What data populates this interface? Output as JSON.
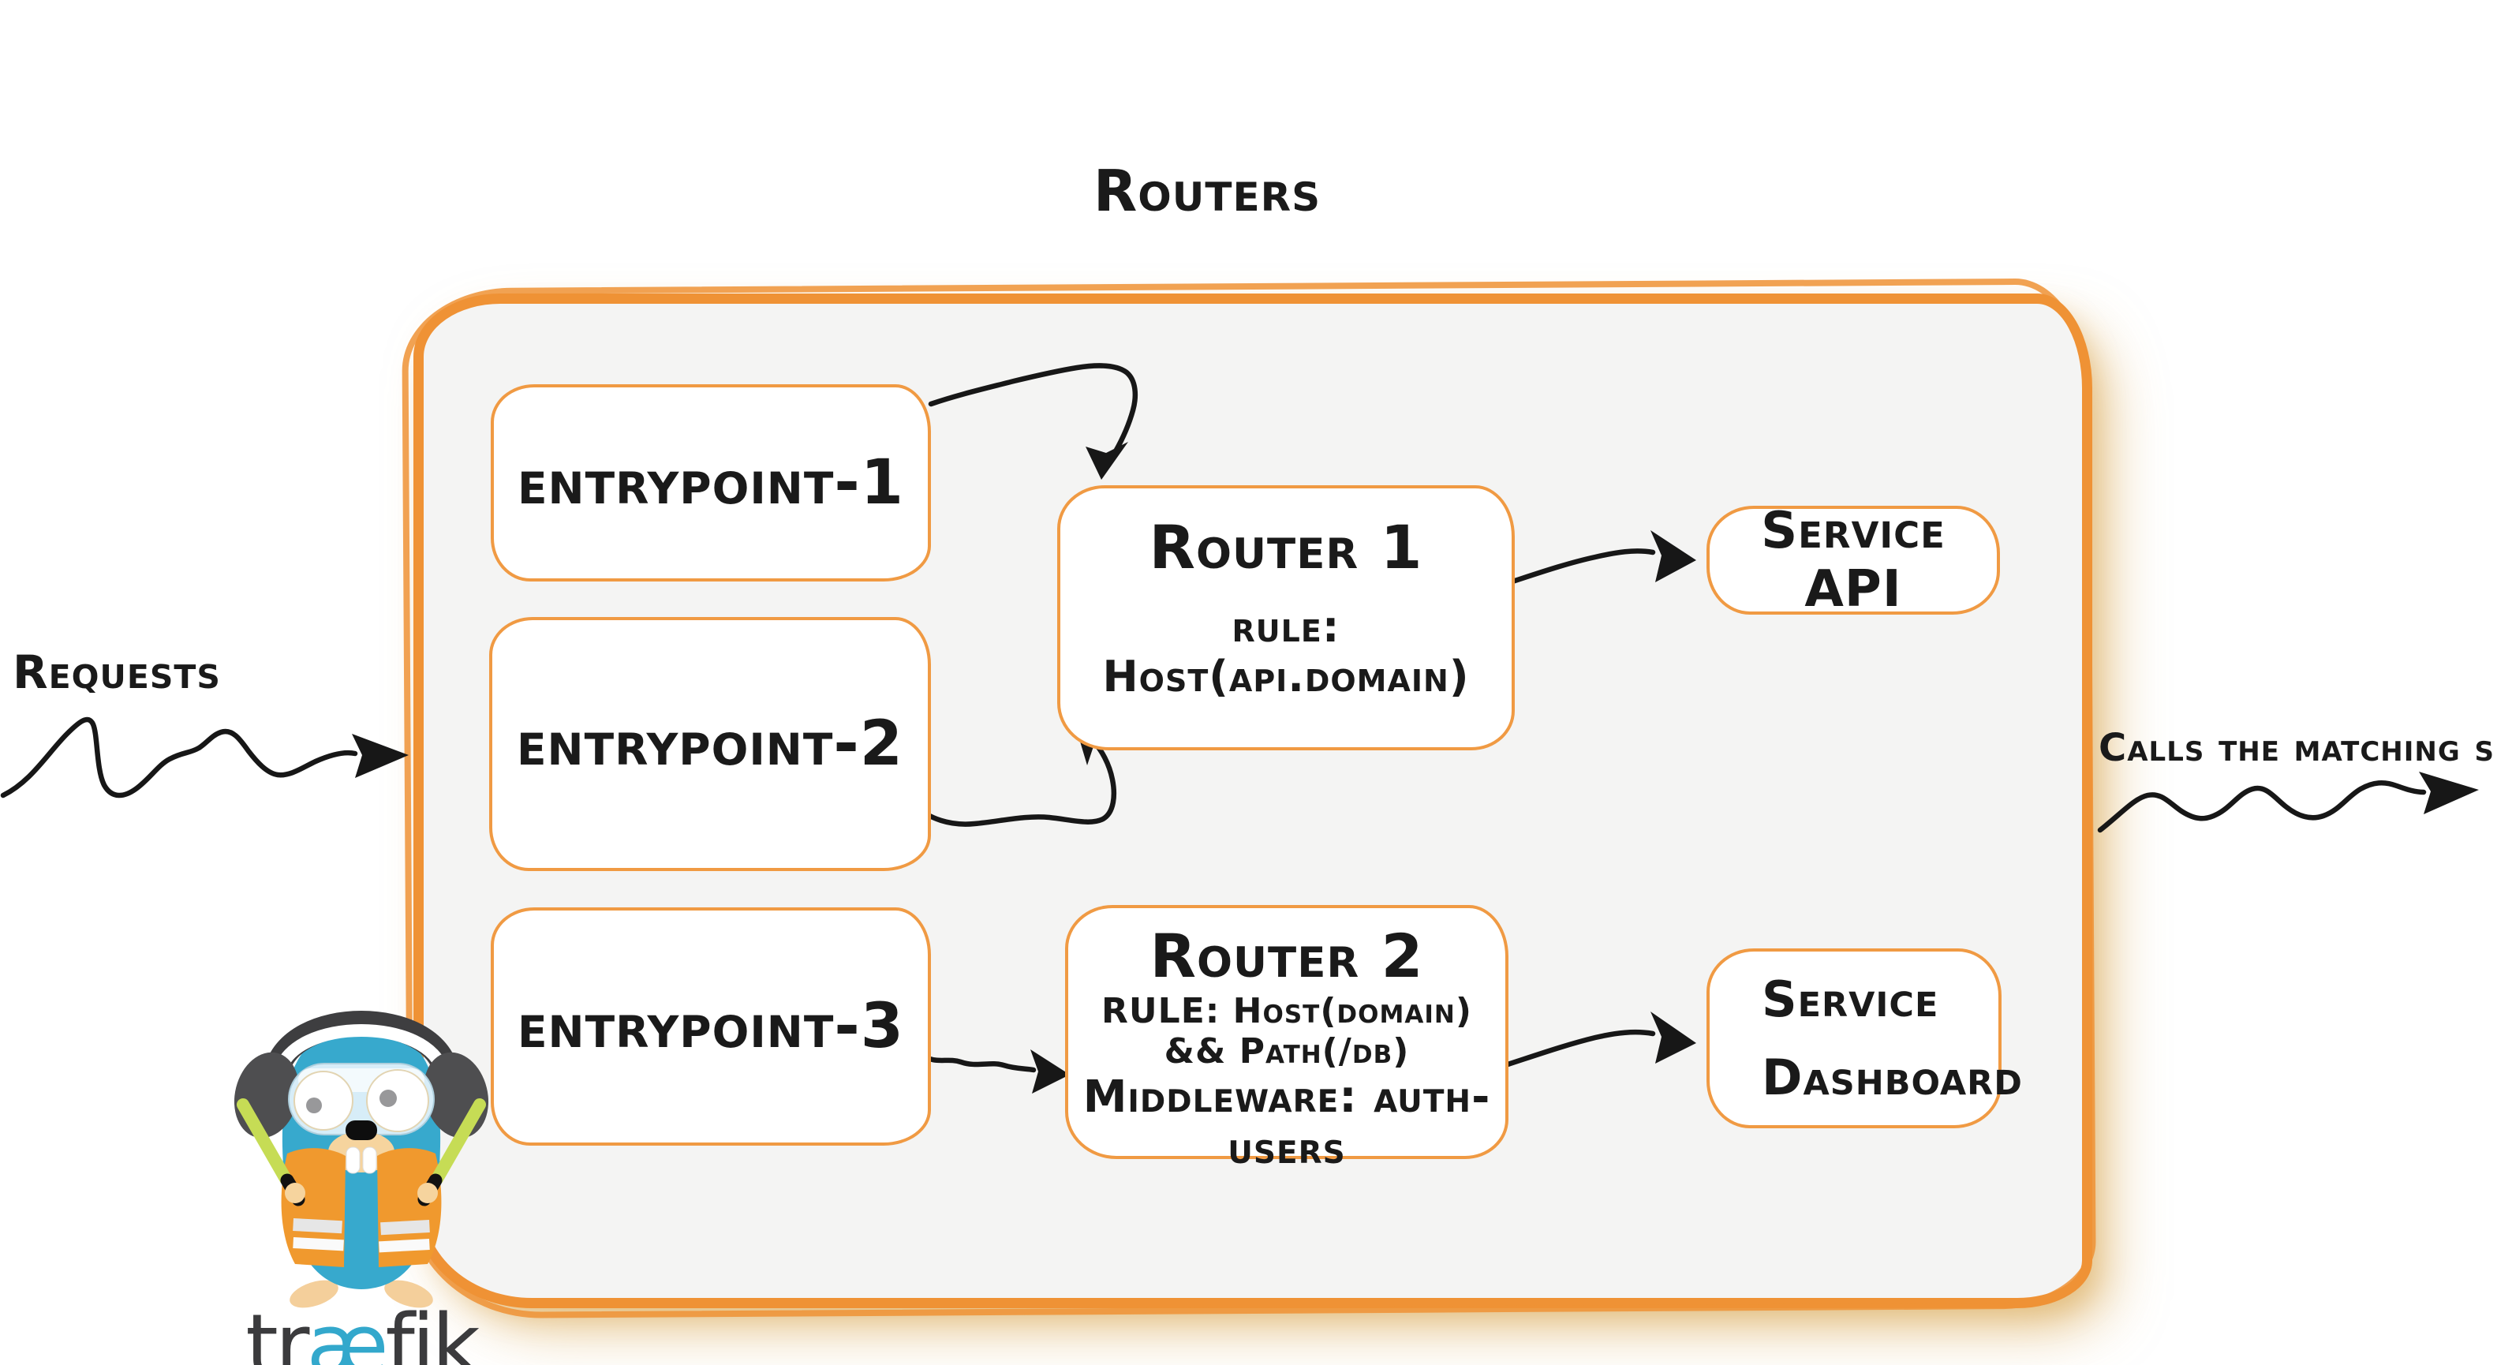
{
  "title": "Routers",
  "labels": {
    "requests": "Requests",
    "calls": "Calls the matching server"
  },
  "entrypoints": [
    {
      "label": "entrypoint-1"
    },
    {
      "label": "entrypoint-2"
    },
    {
      "label": "entrypoint-3"
    }
  ],
  "routers": [
    {
      "name": "Router 1",
      "rule": "rule: Host(api.domain)"
    },
    {
      "name": "Router 2",
      "rule": "RULE: Host(domain) && Path(/db)",
      "middleware": "Middleware: auth-users"
    }
  ],
  "services": [
    {
      "name": "Service API"
    },
    {
      "name_line1": "Service",
      "name_line2": "Dashboard"
    }
  ],
  "logo": {
    "part1": "tr",
    "part2": "æ",
    "part3": "fik"
  },
  "colors": {
    "accent_orange": "#EF9235",
    "container_fill": "#F4F4F3",
    "box_fill": "#FFFFFF",
    "ink": "#1A1A1A",
    "logo_blue": "#33A8CC",
    "logo_dark": "#3B3B3D",
    "baton_green": "#C6DC55"
  }
}
